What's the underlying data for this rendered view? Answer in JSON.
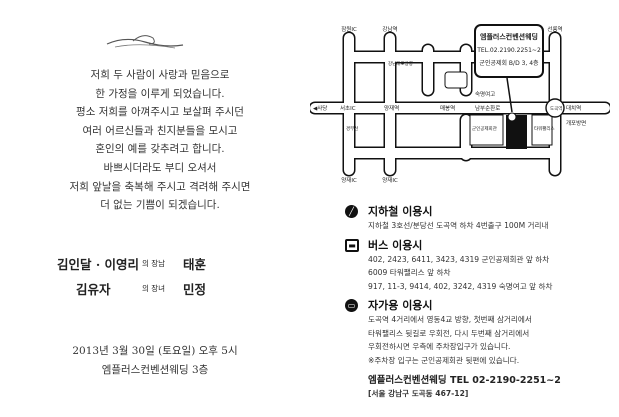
{
  "invitation": {
    "message_lines": [
      "저희 두 사람이 사랑과 믿음으로",
      "한 가정을 이루게 되었습니다.",
      "평소 저희를 아껴주시고 보살펴 주시던",
      "여러 어르신들과 친지분들을 모시고",
      "혼인의 예를 갖추려고 합니다.",
      "바쁘시더라도 부디 오셔서",
      "저희 앞날을 축복해 주시고 격려해 주시면",
      "더 없는 기쁨이 되겠습니다."
    ],
    "groom": {
      "parents": "김인달 · 이영리",
      "relation": "의 장남",
      "name": "태훈"
    },
    "bride": {
      "parents": "김유자",
      "relation": "의 장녀",
      "name": "민정"
    },
    "date": "2013년 3월 30일 (토요일) 오후 5시",
    "venue": "엠플러스컨벤션웨딩 3층"
  },
  "map": {
    "callout": {
      "name": "엠플러스컨벤션웨딩",
      "tel": "TEL.02.2190.2251~2",
      "location": "군인공제회 B/D 3, 4층"
    },
    "labels": {
      "jamwon_ic": "잠원IC",
      "gangnam_stn": "강남역",
      "seolleung_stn": "선릉역",
      "sadang": "◀사당",
      "seocho_ic": "서초IC",
      "yangjae_stn": "양재역",
      "maebong_stn": "매봉역",
      "gyeongbu": "경부선",
      "yangjae_ic_left": "양재IC",
      "yangjae_ic_mid": "양재IC",
      "nambu": "남부순환로",
      "sookmyung": "숙명여고",
      "dogok_stn": "도곡역",
      "tower_palace": "타워팰리스",
      "military_hall": "군인공제회관",
      "gaepo": "개포방면",
      "gangnam_dir": "강남대로방향",
      "daechi": "대치역"
    }
  },
  "directions": {
    "subway": {
      "icon": "subway-icon",
      "title": "지하철 이용시",
      "lines": [
        "지하철 3호선/분당선 도곡역 하차 4번출구 100M 거리내"
      ]
    },
    "bus": {
      "icon": "bus-icon",
      "title": "버스 이용시",
      "lines": [
        "402, 2423, 6411, 3423, 4319 군인공제회관 앞 하차",
        "6009 타워팰리스 앞 하차",
        "917, 11-3, 9414, 402, 3242, 4319 숙명여고 앞 하차"
      ]
    },
    "car": {
      "icon": "car-icon",
      "title": "자가용 이용시",
      "lines": [
        "도곡역 4거리에서 영동4교 방향, 첫번째 삼거리에서",
        "타워팰리스 뒷길로 우회전, 다시 두번째 삼거리에서",
        "우회전하시면 우측에 주차장입구가 있습니다.",
        "※주차장 입구는 군인공제회관 뒷편에 있습니다."
      ]
    },
    "venue_line": "엠플러스컨벤션웨딩  TEL 02-2190-2251~2",
    "address": "[서울 강남구 도곡동 467-12]"
  }
}
